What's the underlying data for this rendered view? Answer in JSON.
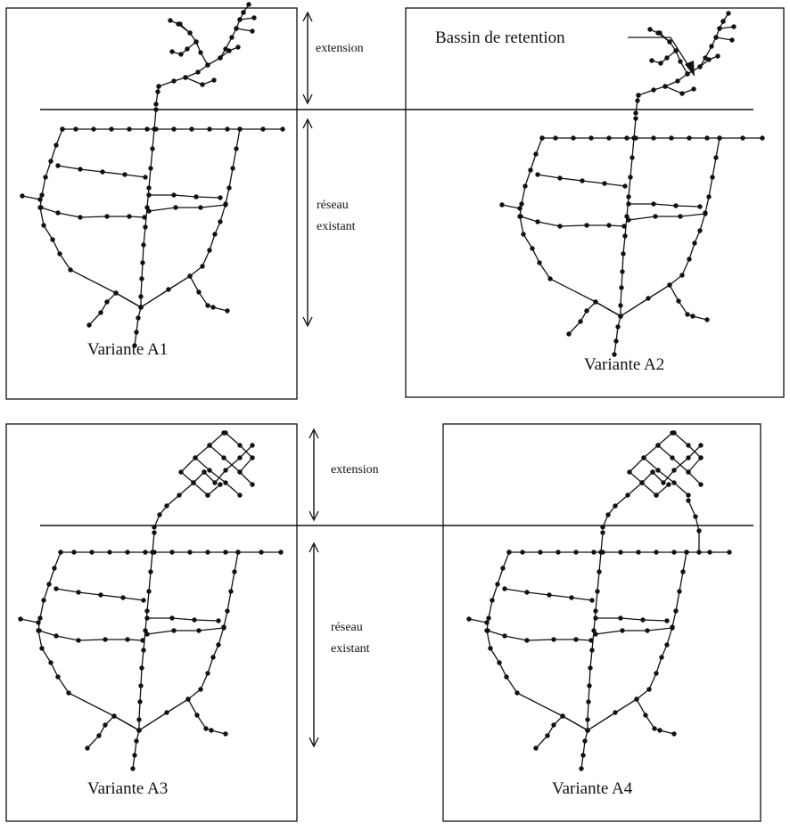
{
  "labels": {
    "extension_top": "extension",
    "reseau_top_1": "réseau",
    "reseau_top_2": "existant",
    "bassin": "Bassin de retention",
    "extension_bottom": "extension",
    "reseau_bottom_1": "réseau",
    "reseau_bottom_2": "existant"
  },
  "panels": [
    {
      "id": "A1",
      "title": "Variante A1",
      "extension": "branched"
    },
    {
      "id": "A2",
      "title": "Variante A2",
      "extension": "branched-with-basin"
    },
    {
      "id": "A3",
      "title": "Variante A3",
      "extension": "meshed"
    },
    {
      "id": "A4",
      "title": "Variante A4",
      "extension": "meshed-double-connection"
    }
  ],
  "colors": {
    "ink": "#111111",
    "background": "#ffffff"
  }
}
